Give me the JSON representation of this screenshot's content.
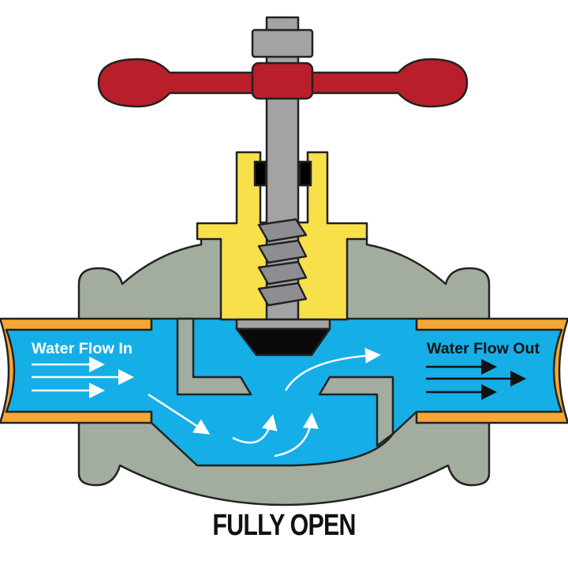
{
  "diagram": {
    "title": "FULLY OPEN",
    "labels": {
      "inlet": "Water Flow In",
      "outlet": "Water Flow Out"
    },
    "colors": {
      "water": "#15aee6",
      "body": "#a2ad9f",
      "pipe": "#f5a733",
      "bonnet": "#f8e04a",
      "handle": "#b81f2a",
      "stem": "#a3a3a6",
      "disc": "#0a0a0a"
    }
  }
}
